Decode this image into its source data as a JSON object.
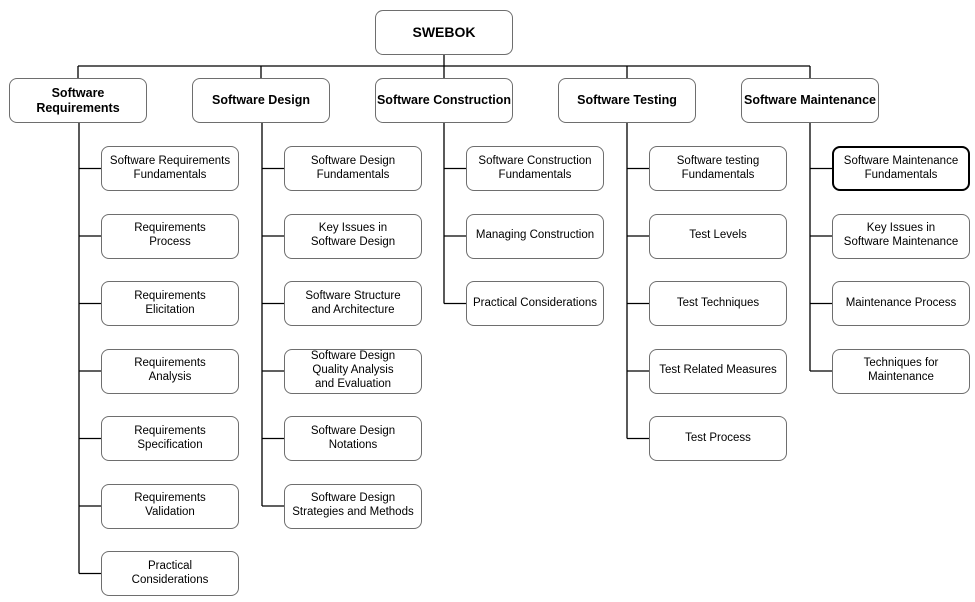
{
  "root": {
    "label": "SWEBOK"
  },
  "categories": [
    {
      "label": "Software Requirements",
      "items": [
        "Software Requirements\nFundamentals",
        "Requirements\nProcess",
        "Requirements\nElicitation",
        "Requirements\nAnalysis",
        "Requirements\nSpecification",
        "Requirements\nValidation",
        "Practical\nConsiderations"
      ]
    },
    {
      "label": "Software Design",
      "items": [
        "Software Design\nFundamentals",
        "Key Issues in\nSoftware Design",
        "Software Structure\nand Architecture",
        "Software Design\nQuality Analysis\nand Evaluation",
        "Software Design\nNotations",
        "Software Design\nStrategies and Methods"
      ]
    },
    {
      "label": "Software Construction",
      "items": [
        "Software Construction\nFundamentals",
        "Managing Construction",
        "Practical Considerations"
      ]
    },
    {
      "label": "Software Testing",
      "items": [
        "Software testing\nFundamentals",
        "Test Levels",
        "Test Techniques",
        "Test Related Measures",
        "Test Process"
      ]
    },
    {
      "label": "Software Maintenance",
      "items": [
        "Software Maintenance\nFundamentals",
        "Key Issues in\nSoftware Maintenance",
        "Maintenance Process",
        "Techniques for\nMaintenance"
      ]
    }
  ]
}
